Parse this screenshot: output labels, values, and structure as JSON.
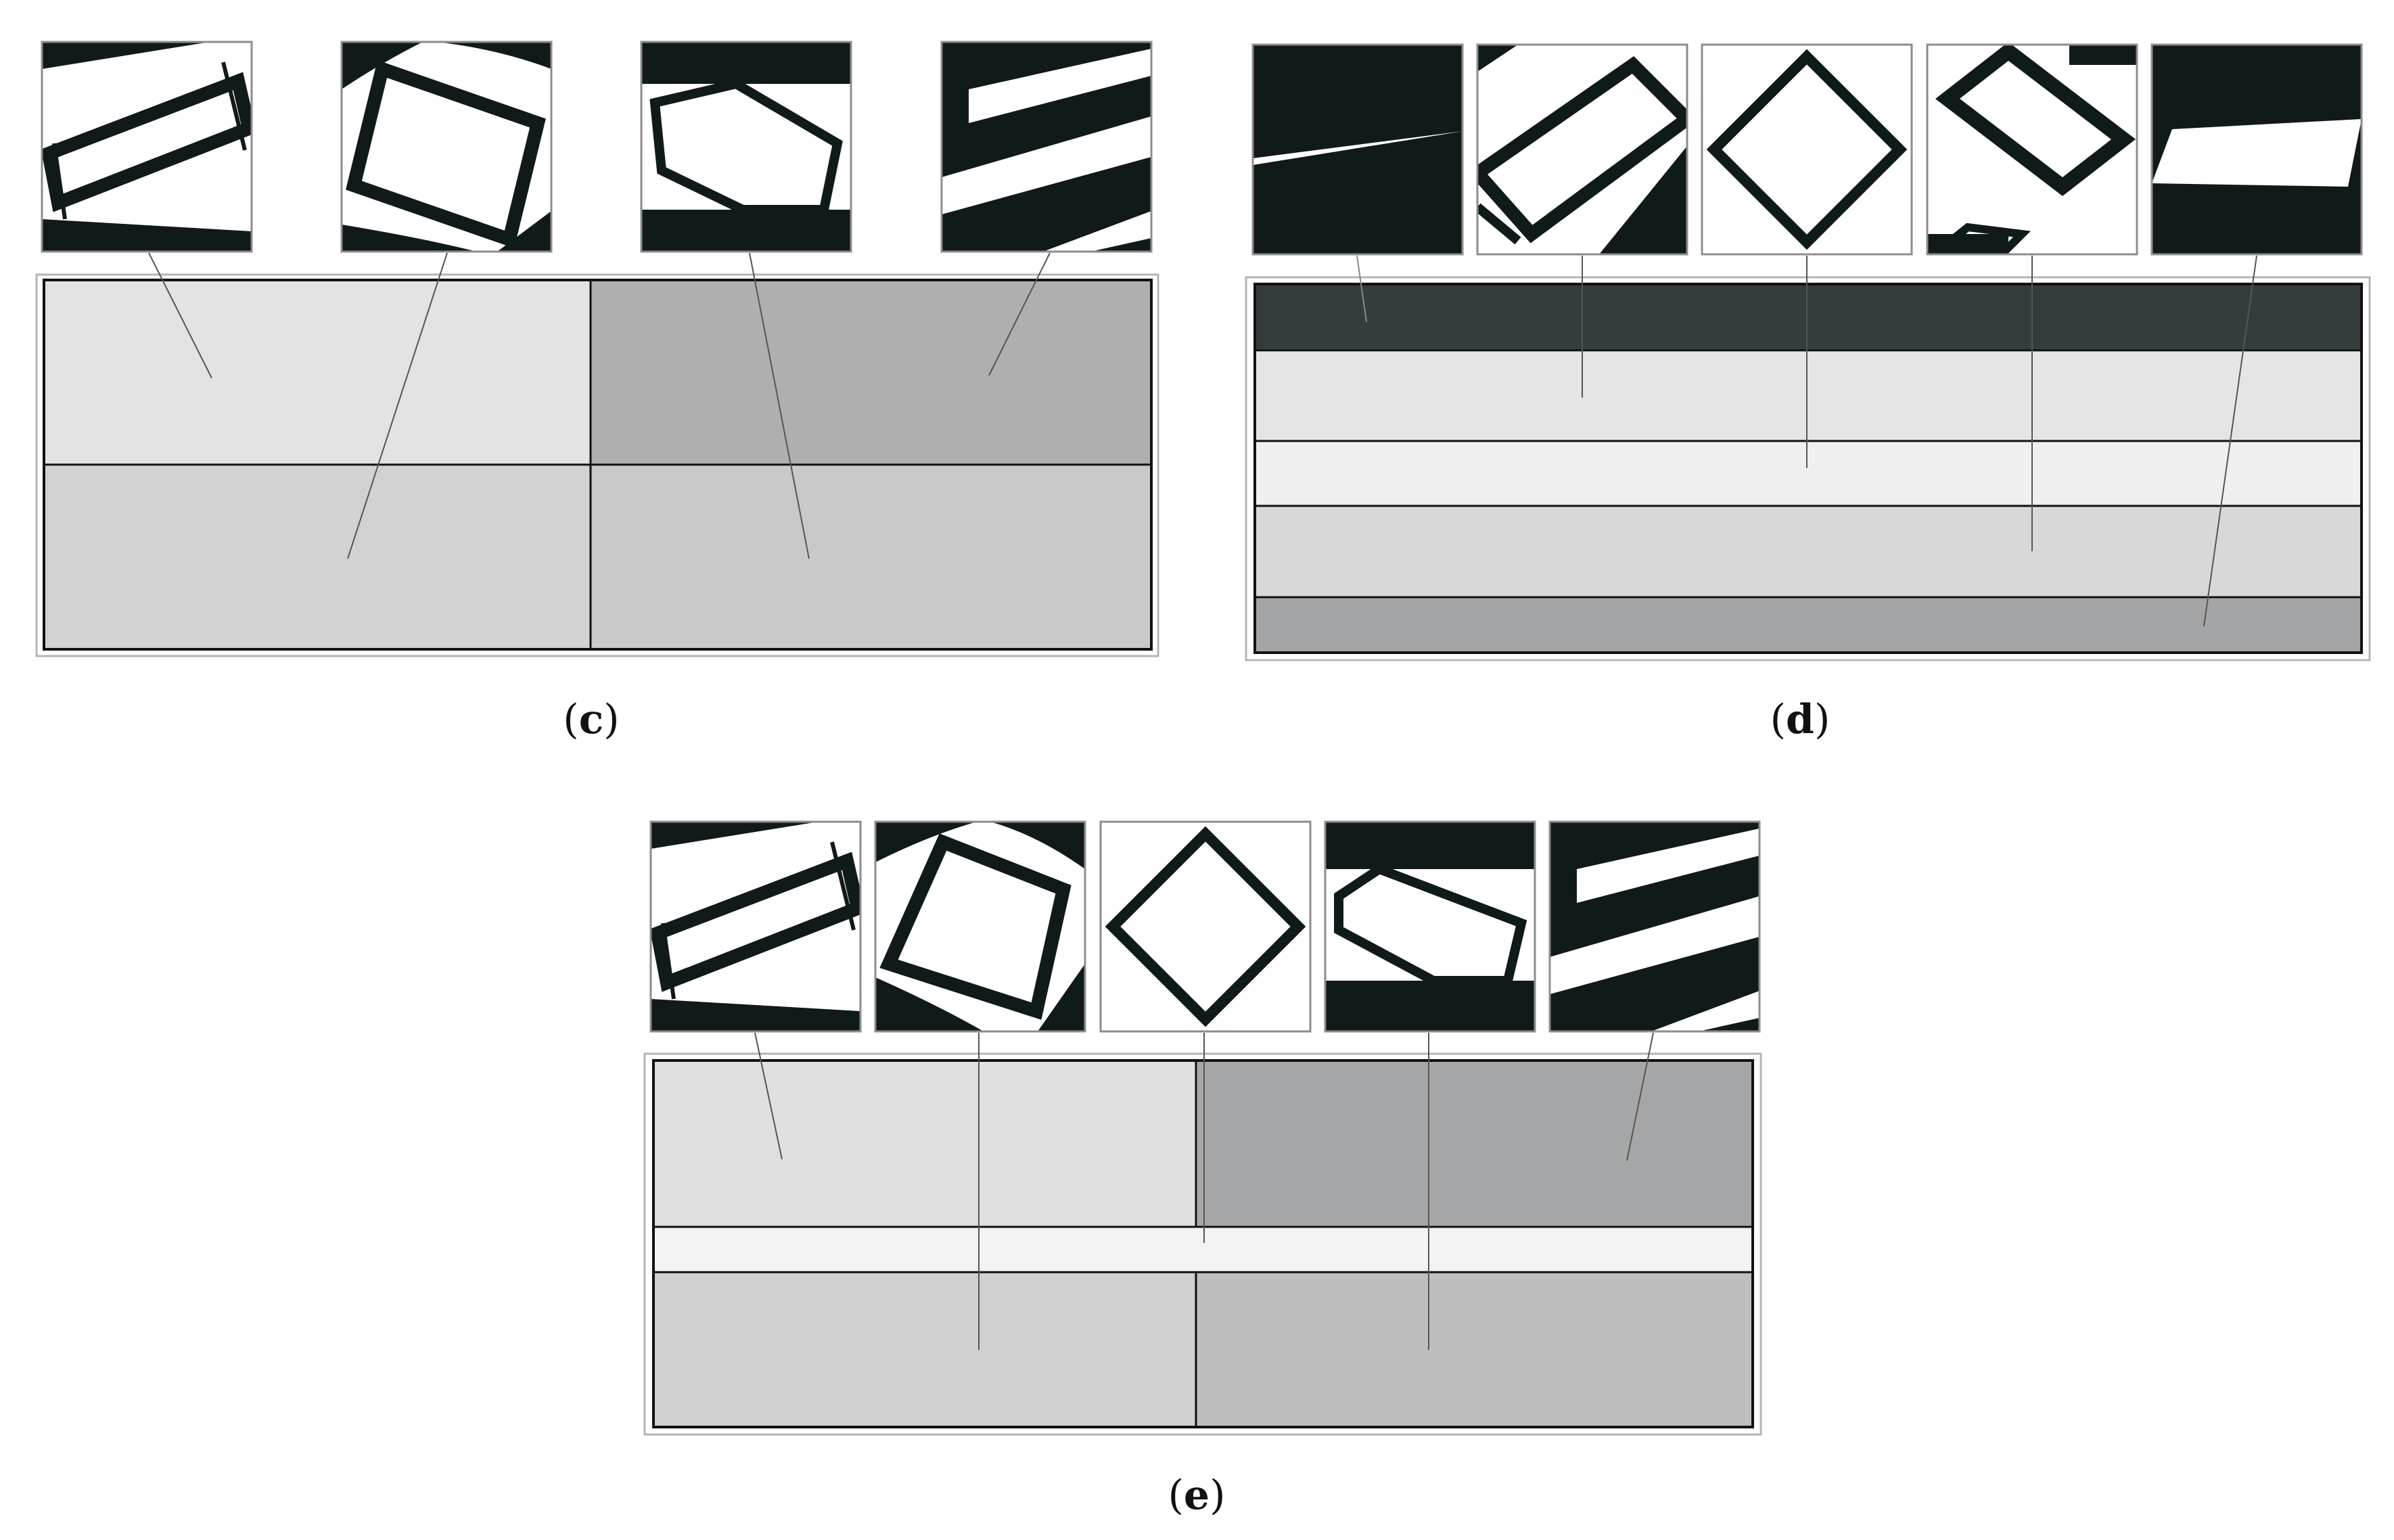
{
  "colors": {
    "solid": "#101a1a",
    "void": "#ffffff",
    "thumb_border": "#8c8c8c",
    "panel_outer": "#b4b4b4",
    "cell_border": "#111111",
    "leader": "#555555"
  },
  "panels": {
    "c": {
      "label_open": "(",
      "label_letter": "c",
      "label_close": ")",
      "regions": [
        {
          "name": "top-left",
          "shade": "#e3e3e3"
        },
        {
          "name": "top-right",
          "shade": "#afafaf"
        },
        {
          "name": "bottom-left",
          "shade": "#d2d2d2"
        },
        {
          "name": "bottom-right",
          "shade": "#c9c9c9"
        }
      ],
      "thumbnails": [
        "rotated-rectangle-cell",
        "tilted-square-cell",
        "hexagonal-cell",
        "diagonal-strip-cell"
      ]
    },
    "d": {
      "label_open": "(",
      "label_letter": "d",
      "label_close": ")",
      "regions": [
        {
          "name": "band-1",
          "shade": "#353c3e"
        },
        {
          "name": "band-2",
          "shade": "#e5e5e5"
        },
        {
          "name": "band-3",
          "shade": "#f0f0f0"
        },
        {
          "name": "band-4",
          "shade": "#d8d8d8"
        },
        {
          "name": "band-5",
          "shade": "#a4a5a6"
        }
      ],
      "thumbnails": [
        "thin-slit-cell",
        "diagonal-frame-cell",
        "diamond-cell",
        "rotated-rectangle-cell",
        "parallelogram-cell"
      ]
    },
    "e": {
      "label_open": "(",
      "label_letter": "e",
      "label_close": ")",
      "regions": [
        {
          "name": "top-left",
          "shade": "#e0e0e0"
        },
        {
          "name": "top-right",
          "shade": "#a5a6a7"
        },
        {
          "name": "middle-band",
          "shade": "#f3f3f3"
        },
        {
          "name": "bottom-left",
          "shade": "#d0d0d0"
        },
        {
          "name": "bottom-right",
          "shade": "#bebebe"
        }
      ],
      "thumbnails": [
        "rotated-rectangle-cell",
        "tilted-square-cell",
        "diamond-cell",
        "hexagonal-cell",
        "diagonal-strip-cell"
      ]
    }
  }
}
